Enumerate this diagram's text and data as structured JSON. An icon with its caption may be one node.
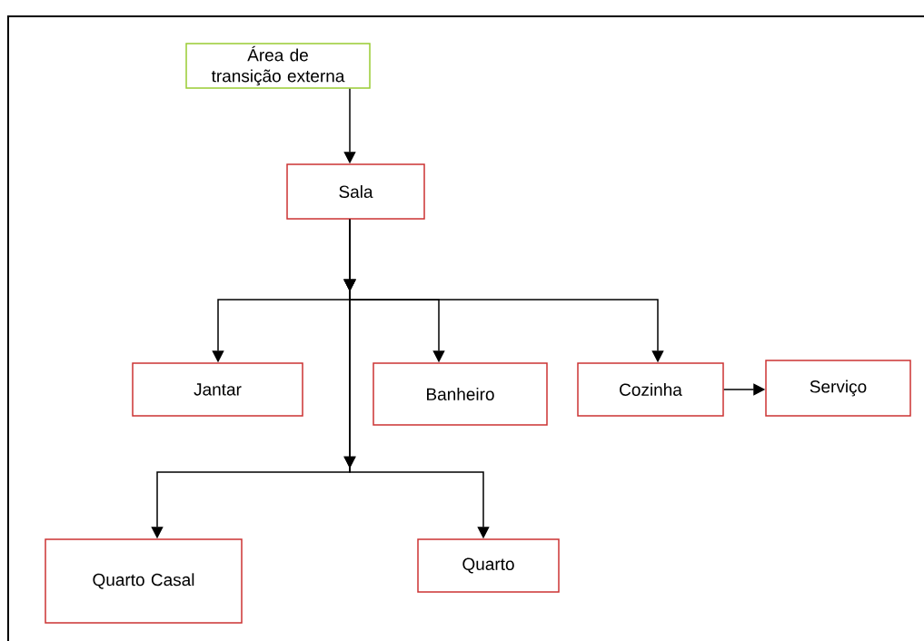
{
  "diagram": {
    "nodes": [
      {
        "text": [
          "Área de transição externa"
        ]
      },
      {
        "text": [
          "Sala"
        ]
      },
      {
        "text": [
          "Jantar"
        ]
      },
      {
        "text": [
          "Banheiro"
        ]
      },
      {
        "text": [
          "Cozinha"
        ]
      },
      {
        "text": [
          "Serviço"
        ]
      },
      {
        "text": [
          "Quarto Casal"
        ]
      },
      {
        "text": [
          "Quarto"
        ]
      }
    ],
    "edges": [
      {
        "from": 0,
        "to": 1,
        "arrow": "to"
      },
      {
        "from": 1,
        "to": 2,
        "arrow": "to"
      },
      {
        "from": 1,
        "to": 3,
        "arrow": "to"
      },
      {
        "from": 1,
        "to": 4,
        "arrow": "to"
      },
      {
        "from": 1,
        "to": 6,
        "arrow": "to"
      },
      {
        "from": 1,
        "to": 7,
        "arrow": "to"
      },
      {
        "from": 4,
        "to": 5,
        "arrow": "to"
      }
    ]
  }
}
